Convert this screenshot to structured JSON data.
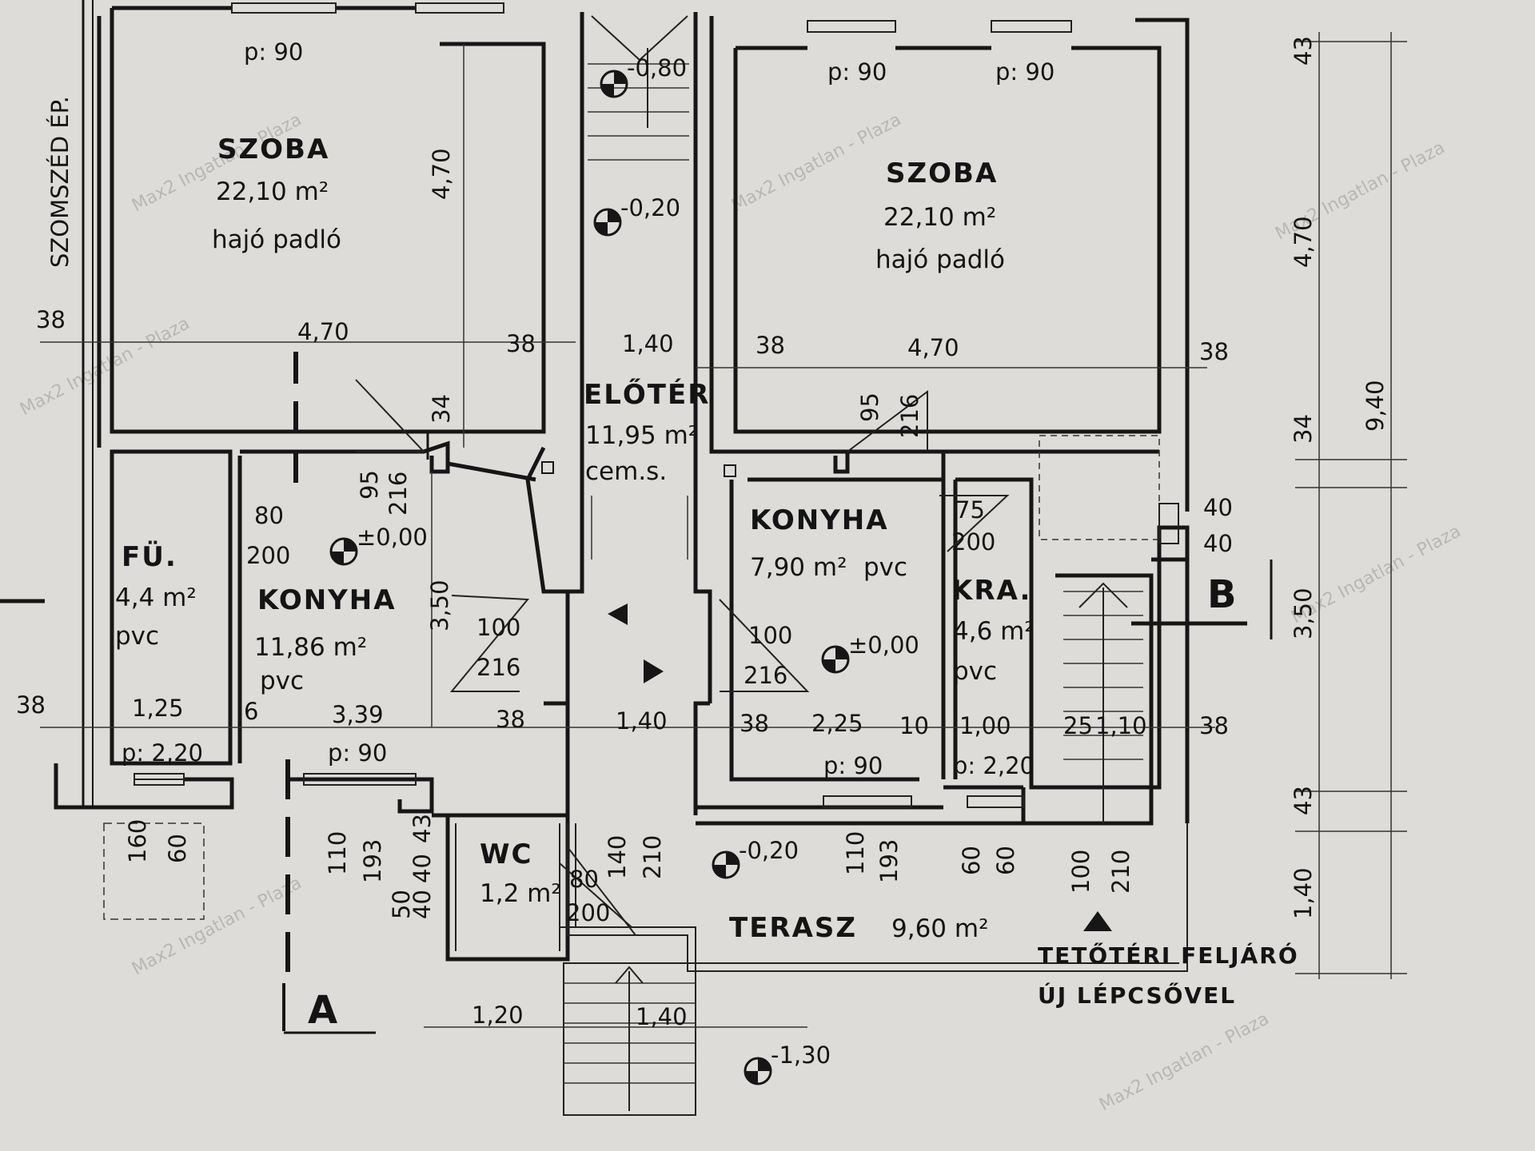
{
  "rooms": {
    "room_left": {
      "name": "SZOBA",
      "area": "22,10 m²",
      "floor": "hajó padló"
    },
    "room_right": {
      "name": "SZOBA",
      "area": "22,10 m²",
      "floor": "hajó padló"
    },
    "hall": {
      "name": "ELŐTÉR",
      "area": "11,95 m²",
      "floor": "cem.s."
    },
    "bathroom": {
      "name": "FÜ.",
      "area": "4,4 m²",
      "floor": "pvc"
    },
    "kitchen_left": {
      "name": "KONYHA",
      "area": "11,86 m²",
      "floor": "pvc"
    },
    "kitchen_right": {
      "name": "KONYHA",
      "area": "7,90 m²",
      "floor": "pvc"
    },
    "pantry": {
      "name": "KRA.",
      "area": "4,6 m²",
      "floor": "pvc"
    },
    "wc": {
      "name": "WC",
      "area": "1,2 m²"
    },
    "terrace": {
      "name": "TERASZ",
      "area": "9,60 m²"
    }
  },
  "notes": {
    "neighbor": "SZOMSZÉD ÉP.",
    "attic_line1": "TETŐTÉRI FELJÁRÓ",
    "attic_line2": "ÚJ LÉPCSŐVEL",
    "section_a": "A",
    "section_b": "B"
  },
  "levels": {
    "l1": "-0,80",
    "l2": "-0,20",
    "l3": "±0,00",
    "l4": "±0,00",
    "l5": "-0,20",
    "l6": "-1,30"
  },
  "windows": {
    "w1": "p: 90",
    "w2": "p: 90",
    "w3": "p: 90",
    "w4": "p: 2,20",
    "w5": "p: 90",
    "w6": "p: 90",
    "w7": "p: 2,20"
  },
  "doors": {
    "d1t": "95",
    "d1b": "216",
    "d2t": "80",
    "d2b": "200",
    "d3t": "100",
    "d3b": "216",
    "d4t": "100",
    "d4b": "216",
    "d5t": "95",
    "d5b": "216",
    "d6t": "75",
    "d6b": "200",
    "d7t": "40",
    "d7b": "40",
    "d8t": "80",
    "d8b": "200",
    "d9t": "140",
    "d9b": "210",
    "d10t": "100",
    "d10b": "210"
  },
  "dims": {
    "r1_1": "38",
    "r1_2": "4,70",
    "r1_3": "38",
    "r1_4": "1,40",
    "r1_5": "38",
    "r1_6": "4,70",
    "r1_7": "38",
    "r2_1": "38",
    "r2_2": "1,25",
    "r2_3": "6",
    "r2_4": "3,39",
    "r2_5": "38",
    "r2_6": "1,40",
    "r2_7": "38",
    "r2_8": "2,25",
    "r2_9": "10",
    "r2_10": "1,00",
    "r2_11": "25",
    "r2_12": "1,10",
    "r2_13": "38",
    "v1": "4,70",
    "v2": "34",
    "v3": "3,50",
    "rv1": "43",
    "rv2": "4,70",
    "rv3": "34",
    "rv4": "3,50",
    "rv5": "43",
    "rv6": "1,40",
    "rv_total": "9,40",
    "win_a1": "110",
    "win_a2": "193",
    "win_b1": "110",
    "win_b2": "193",
    "win_c1": "60",
    "win_c2": "60",
    "wc_1": "43",
    "wc_2": "40",
    "wc_3": "40",
    "wc_4": "50",
    "st_1": "160",
    "st_2": "60",
    "bot_1": "1,20",
    "bot_2": "1,40"
  },
  "watermark": "Max2 Ingatlan - Plaza"
}
